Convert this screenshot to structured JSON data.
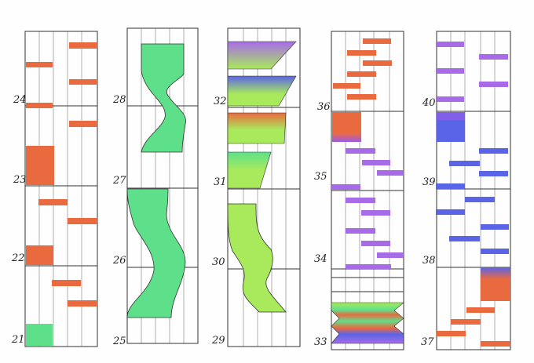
{
  "columns": [
    {
      "labels": [
        "24",
        "23",
        "22",
        "21"
      ]
    },
    {
      "labels": [
        "28",
        "27",
        "26",
        "25"
      ]
    },
    {
      "labels": [
        "32",
        "31",
        "30",
        "29"
      ]
    },
    {
      "labels": [
        "36",
        "35",
        "34",
        "33"
      ]
    },
    {
      "labels": [
        "40",
        "39",
        "38",
        "37"
      ]
    }
  ],
  "colors": {
    "line": "#333333",
    "grid": "#8a8a8a",
    "orange": "#ea6a3f",
    "green": "#5ee08a",
    "yellow_green": "#a8ea5c",
    "purple": "#a86be8",
    "blue": "#5a64e6"
  }
}
